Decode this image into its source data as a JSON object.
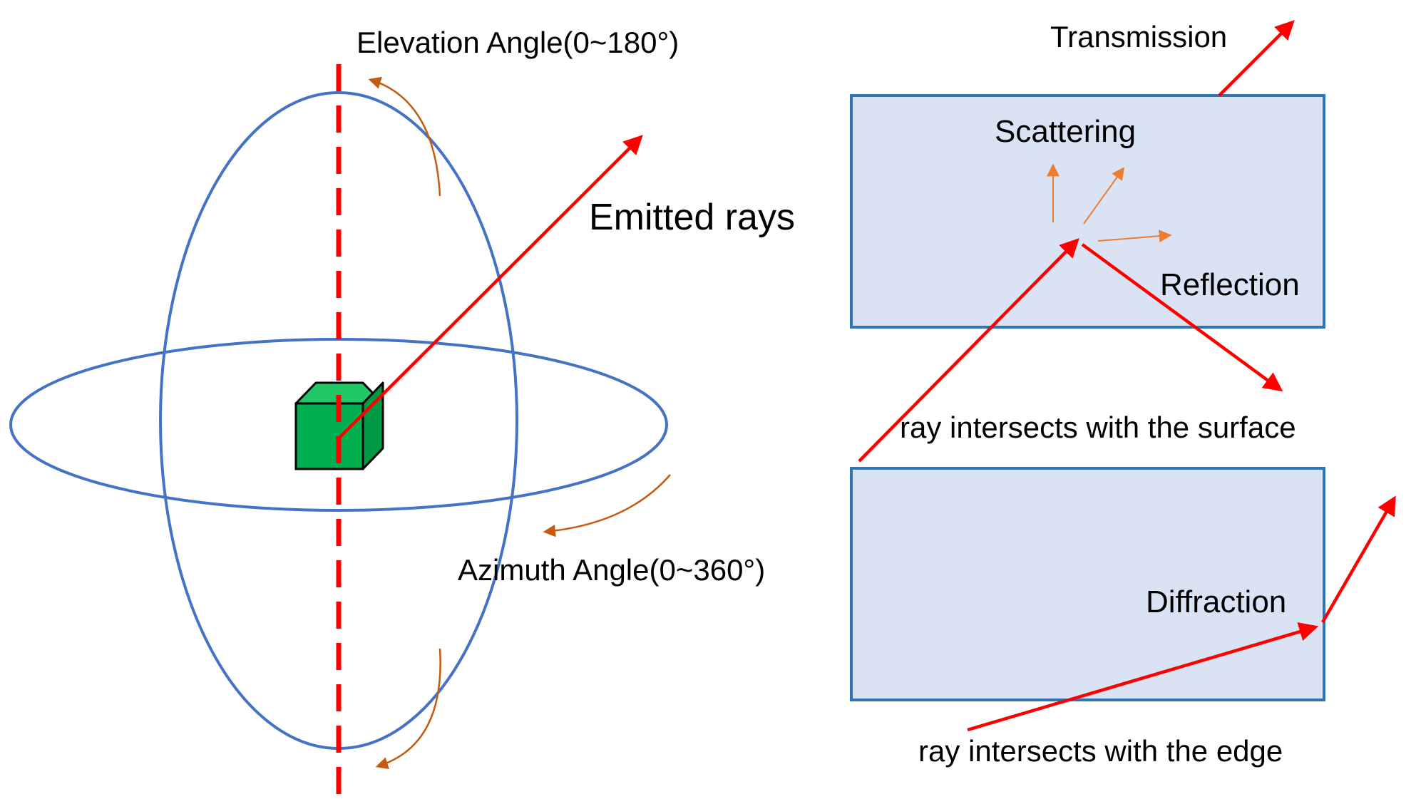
{
  "labels": {
    "elevation": "Elevation Angle(0~180°)",
    "emitted": "Emitted rays",
    "azimuth": "Azimuth Angle(0~360°)",
    "transmission": "Transmission",
    "scattering": "Scattering",
    "reflection": "Reflection",
    "surface": "ray intersects with the surface",
    "diffraction": "Diffraction",
    "edge": "ray intersects with the edge"
  },
  "colors": {
    "ellipse": "#4472c4",
    "axis": "#ff0000",
    "ray": "#ff0000",
    "rotation_arrow": "#c55a11",
    "scatter_arrow": "#ed7d31",
    "box_fill": "#dae3f3",
    "box_stroke": "#2e75b6",
    "cube_front": "#00b050",
    "cube_top": "#1fc765",
    "cube_side": "#009a44"
  }
}
